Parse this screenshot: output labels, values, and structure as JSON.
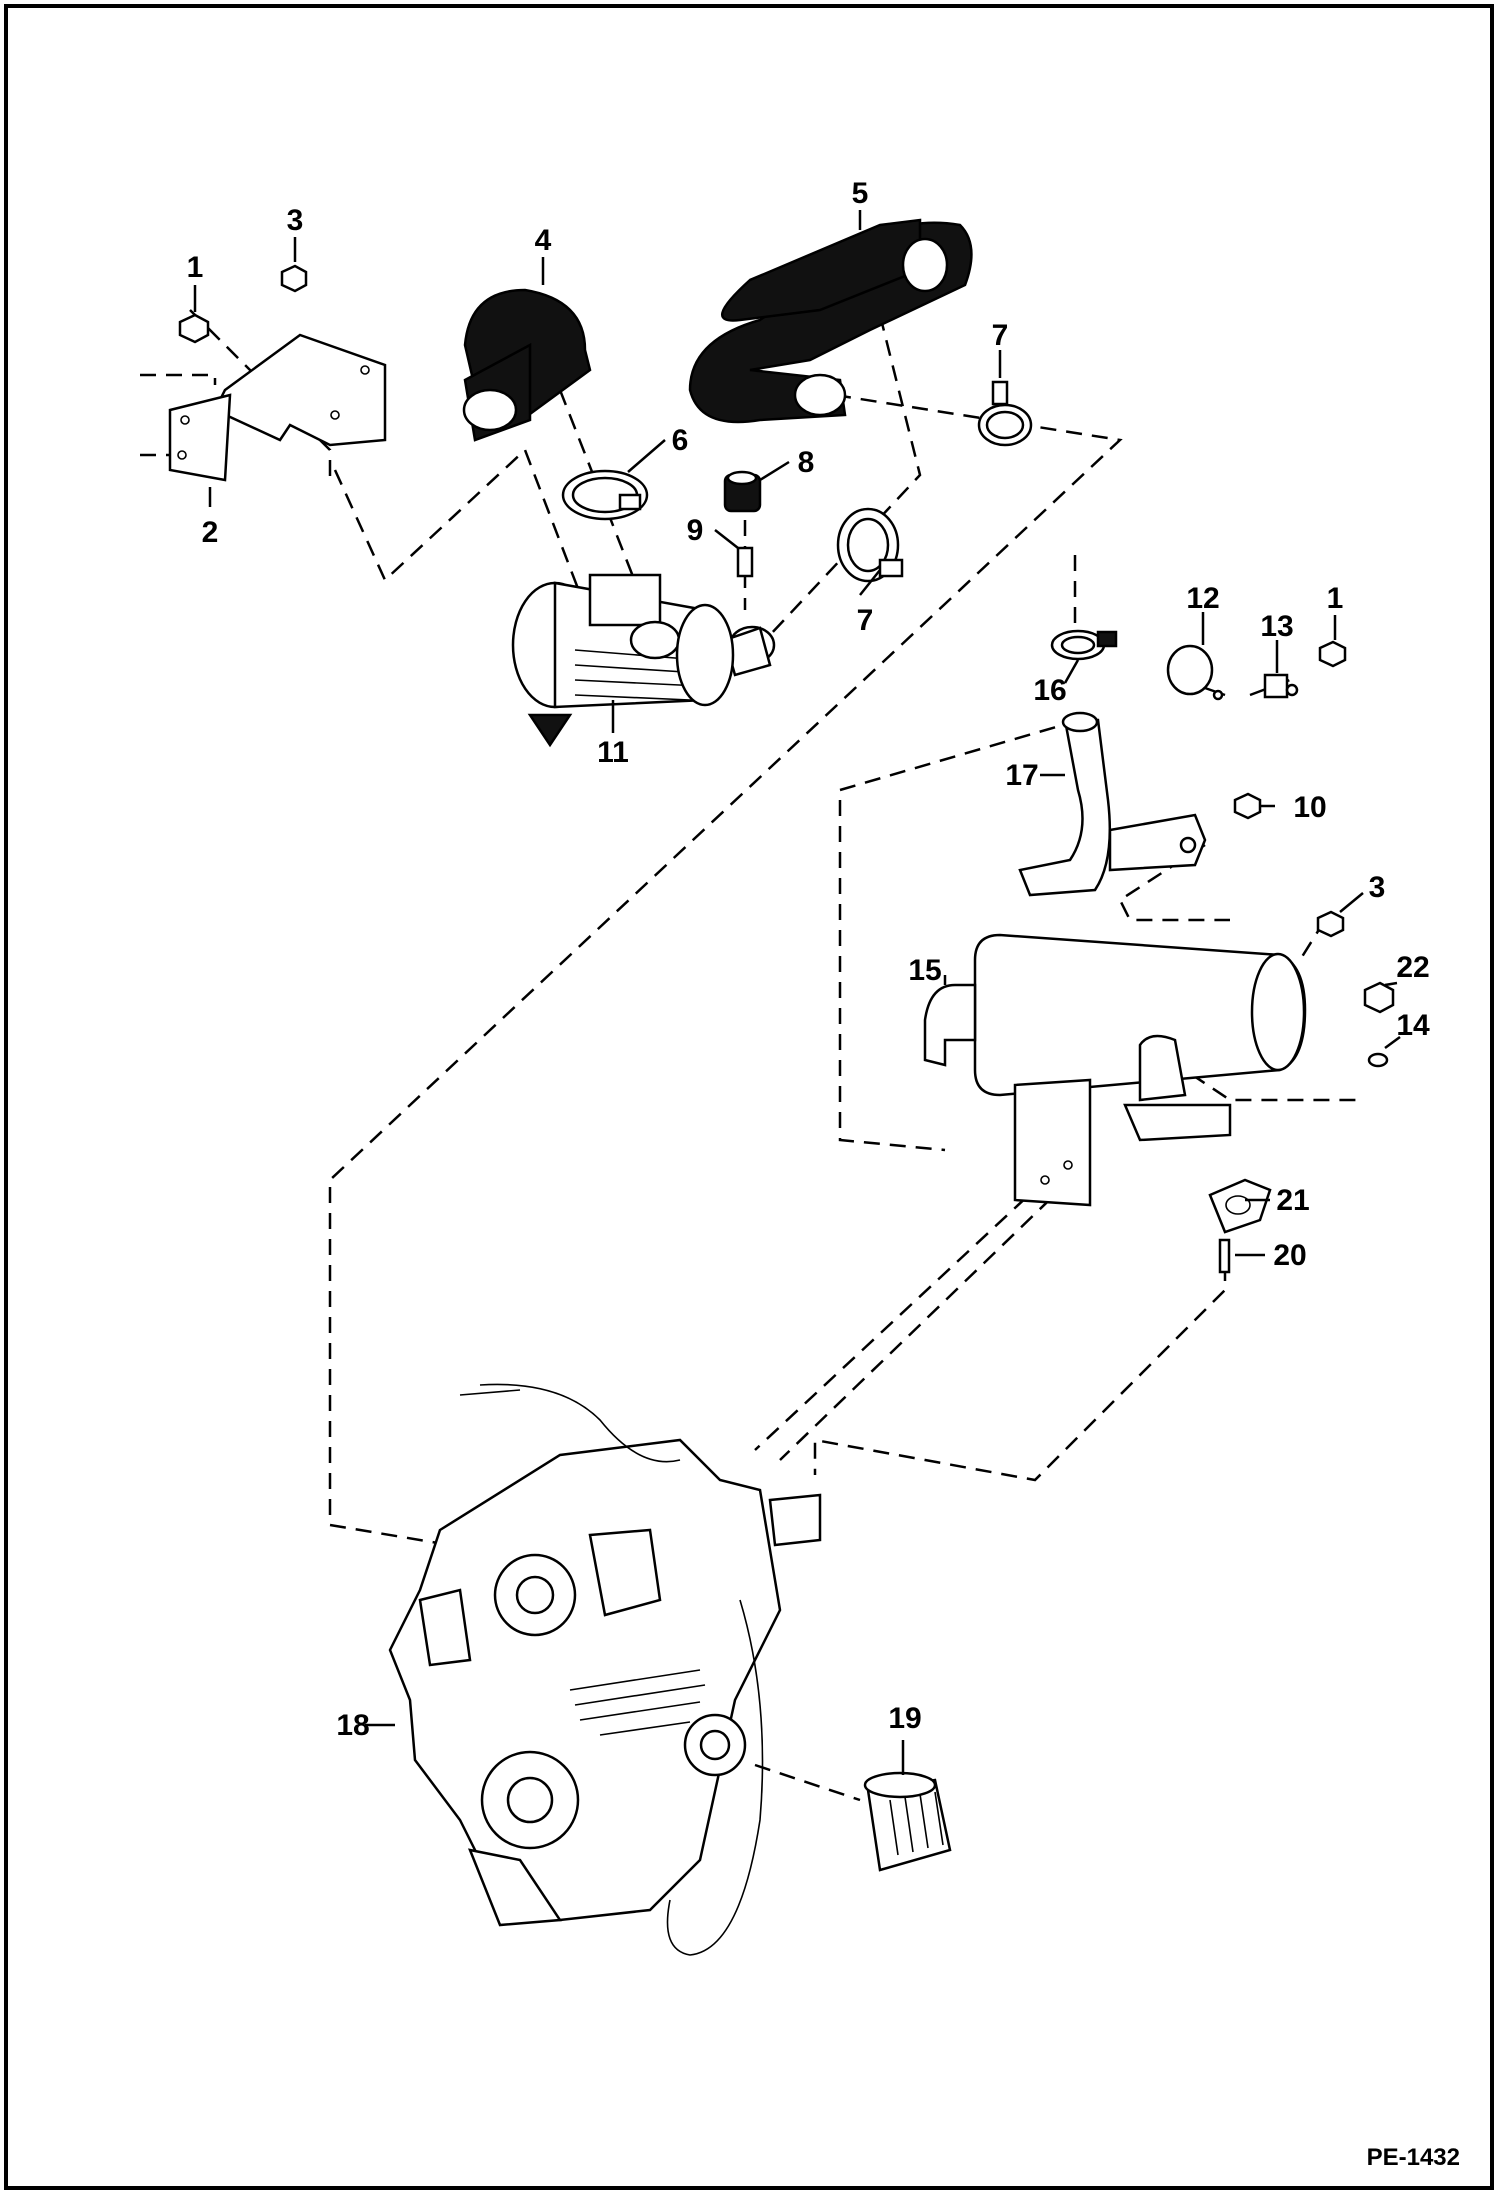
{
  "figure_code": "PE-1432",
  "callouts": [
    {
      "id": "c1a",
      "text": "1"
    },
    {
      "id": "c2",
      "text": "2"
    },
    {
      "id": "c3a",
      "text": "3"
    },
    {
      "id": "c4",
      "text": "4"
    },
    {
      "id": "c5",
      "text": "5"
    },
    {
      "id": "c6",
      "text": "6"
    },
    {
      "id": "c7a",
      "text": "7"
    },
    {
      "id": "c7b",
      "text": "7"
    },
    {
      "id": "c8",
      "text": "8"
    },
    {
      "id": "c9",
      "text": "9"
    },
    {
      "id": "c11",
      "text": "11"
    },
    {
      "id": "c12",
      "text": "12"
    },
    {
      "id": "c13",
      "text": "13"
    },
    {
      "id": "c1b",
      "text": "1"
    },
    {
      "id": "c16",
      "text": "16"
    },
    {
      "id": "c17",
      "text": "17"
    },
    {
      "id": "c10",
      "text": "10"
    },
    {
      "id": "c3b",
      "text": "3"
    },
    {
      "id": "c15",
      "text": "15"
    },
    {
      "id": "c22",
      "text": "22"
    },
    {
      "id": "c14",
      "text": "14"
    },
    {
      "id": "c21",
      "text": "21"
    },
    {
      "id": "c20",
      "text": "20"
    },
    {
      "id": "c18",
      "text": "18"
    },
    {
      "id": "c19",
      "text": "19"
    }
  ]
}
